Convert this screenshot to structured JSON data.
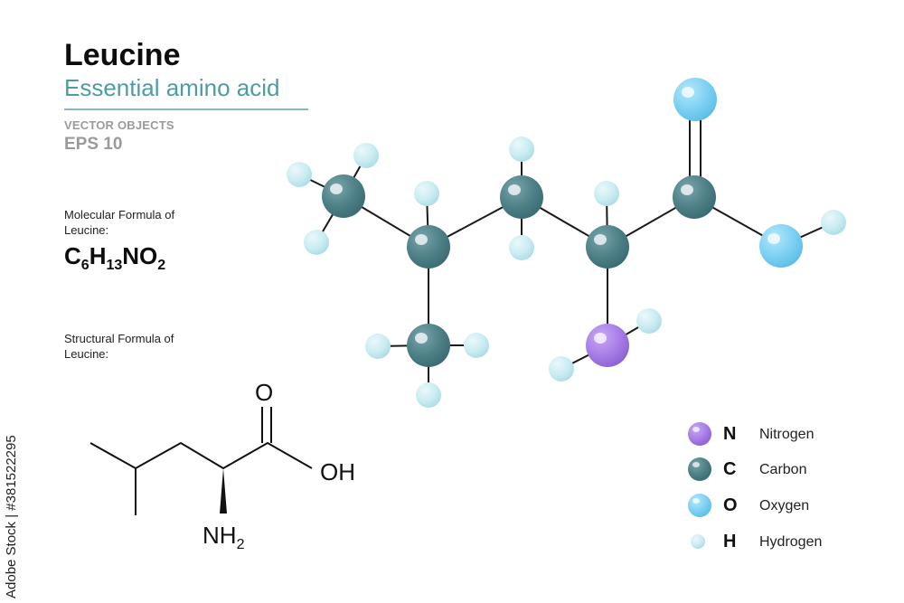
{
  "header": {
    "title": "Leucine",
    "subtitle": "Essential amino acid",
    "vector_objects": "VECTOR OBJECTS",
    "eps": "EPS 10"
  },
  "molecular": {
    "caption_line1": "Molecular Formula of",
    "caption_line2": "Leucine:",
    "formula": [
      "C",
      "6",
      "H",
      "13",
      "NO",
      "2"
    ]
  },
  "structural": {
    "caption_line1": "Structural  Formula of",
    "caption_line2": "Leucine:",
    "label_o": "O",
    "label_oh": "OH",
    "label_nh": "NH",
    "label_nh_sub": "2"
  },
  "legend": [
    {
      "symbol": "N",
      "name": "Nitrogen",
      "color": "#a77ce6",
      "icon": "nitrogen-atom-icon"
    },
    {
      "symbol": "C",
      "name": "Carbon",
      "color": "#4c7f86",
      "icon": "carbon-atom-icon"
    },
    {
      "symbol": "O",
      "name": "Oxygen",
      "color": "#7bd0f3",
      "icon": "oxygen-atom-icon"
    },
    {
      "symbol": "H",
      "name": "Hydrogen",
      "color": "#c9ecf2",
      "icon": "hydrogen-atom-icon"
    }
  ],
  "watermark": "Adobe Stock | #381522295",
  "colors": {
    "accent": "#4a9ea3",
    "carbon": "#4c7f86",
    "nitrogen": "#a77ce6",
    "oxygen": "#7bd0f3",
    "hydrogen": "#c9ecf2"
  }
}
